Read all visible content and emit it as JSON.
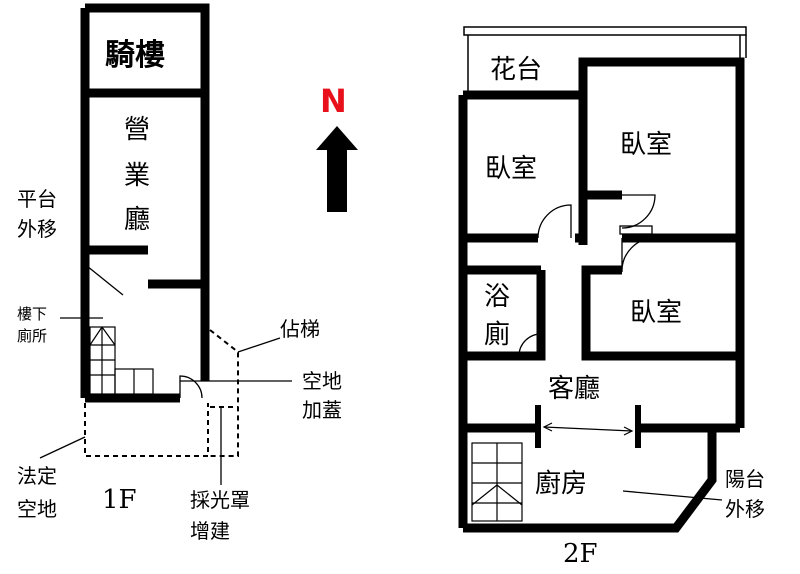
{
  "floor1": {
    "floor_label": "1F",
    "rooms": {
      "arcade": "騎樓",
      "business_hall": [
        "營",
        "業",
        "廳"
      ]
    },
    "notes": {
      "platform_moved": [
        "平台",
        "外移"
      ],
      "toilet_under_stairs": [
        "樓下",
        "廁所"
      ],
      "stair_occupancy": "佔梯",
      "vacant_lot_covered": [
        "空地",
        "加蓋"
      ],
      "legal_open_space": [
        "法定",
        "空地"
      ],
      "skylight_addition": [
        "採光罩",
        "增建"
      ]
    }
  },
  "compass": {
    "label": "N",
    "color": "#e8101b"
  },
  "floor2": {
    "floor_label": "2F",
    "rooms": {
      "planter": "花台",
      "bedroom_left": "臥室",
      "bedroom_top_right": "臥室",
      "bedroom_right": "臥室",
      "bathroom": [
        "浴",
        "廁"
      ],
      "living_room": "客廳",
      "kitchen": "廚房"
    },
    "notes": {
      "balcony_moved": [
        "陽台",
        "外移"
      ]
    }
  },
  "colors": {
    "wall": "#000000",
    "background": "#ffffff",
    "accent": "#e8101b"
  }
}
